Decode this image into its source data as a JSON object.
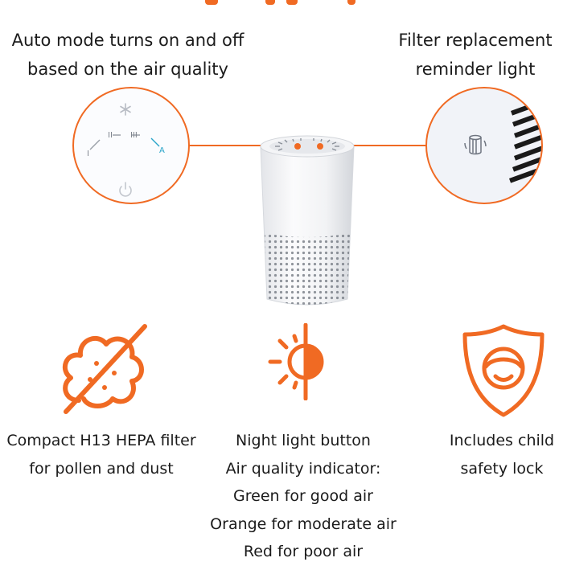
{
  "features_top": {
    "auto_mode": {
      "lines": [
        "Auto mode turns on and off",
        "based on the air quality"
      ]
    },
    "filter_reminder": {
      "lines": [
        "Filter replacement",
        "reminder light"
      ]
    }
  },
  "control_panel": {
    "speed_labels": [
      "I",
      "II",
      "III"
    ],
    "auto_label": "A"
  },
  "features_bottom": {
    "hepa": {
      "lines": [
        "Compact H13 HEPA filter",
        "for pollen and dust"
      ]
    },
    "night_light": {
      "lines": [
        "Night light button",
        "Air quality indicator:",
        "Green for good air",
        "Orange for moderate air",
        "Red for poor air"
      ]
    },
    "child_lock": {
      "lines": [
        "Includes child",
        "safety lock"
      ]
    }
  },
  "colors": {
    "accent": "#f06a23",
    "auto_indicator": "#2aa4c9",
    "text": "#1b1b1b"
  },
  "icons": [
    "fan-icon",
    "power-icon",
    "filter-cylinder-icon",
    "no-allergen-icon",
    "light-icon",
    "shield-face-icon"
  ]
}
